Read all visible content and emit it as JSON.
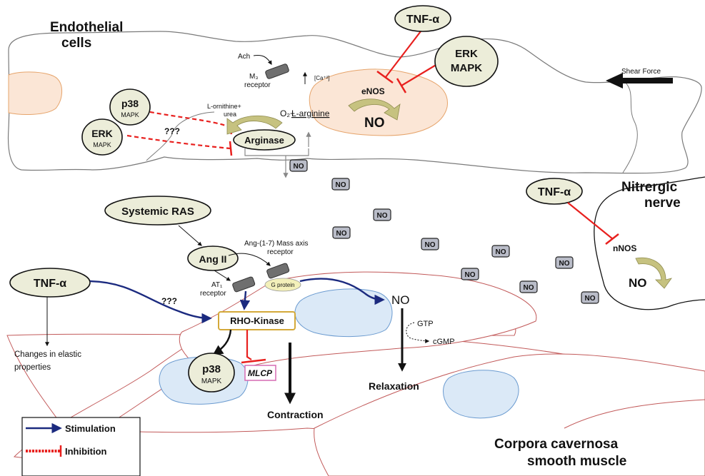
{
  "title_endothelial": [
    "Endothelial",
    "cells"
  ],
  "title_nerve": [
    "Nitrergic",
    "nerve"
  ],
  "title_muscle": [
    "Corpora cavernosa",
    "smooth muscle"
  ],
  "nodes": {
    "tnf_top": "TNF-α",
    "erk_top": [
      "ERK",
      "MAPK"
    ],
    "p38_top": [
      "p38",
      "MAPK"
    ],
    "erk_left": [
      "ERK",
      "MAPK"
    ],
    "systemic_ras": "Systemic RAS",
    "ang2": "Ang II",
    "tnf_left": "TNF-α",
    "tnf_right": "TNF-α",
    "rho_kinase": "RHO-Kinase",
    "p38_bottom": [
      "p38",
      "MAPK"
    ],
    "mlcp": "MLCP",
    "arginase": "Arginase"
  },
  "labels": {
    "ach": "Ach",
    "m3_receptor": [
      "M₃",
      "receptor"
    ],
    "ca": "[Ca⁺²]",
    "enos": "eNOS",
    "no_endo": "NO",
    "shear_force": "Shear Force",
    "l_ornithine": [
      "L-ornithine+",
      "urea"
    ],
    "o2_arginine_a": "O₂+",
    "o2_arginine_b": "L-arginine",
    "unknown_top": "???",
    "unknown_left": "???",
    "ang17": [
      "Ang-(1-7) Mass axis",
      "receptor"
    ],
    "at1": [
      "AT₁",
      "receptor"
    ],
    "g_protein": "G protein",
    "no_muscle": "NO",
    "gtp": "GTP",
    "cgmp": "cGMP",
    "relaxation": "Relaxation",
    "contraction": "Contraction",
    "elastic": [
      "Changes in elastic",
      "properties"
    ],
    "nnos": "nNOS",
    "no_nerve": "NO",
    "no_box": "NO"
  },
  "legend": {
    "stimulation": "Stimulation",
    "inhibition": "Inhibition"
  },
  "colors": {
    "node_fill": "#ecedd9",
    "stimulation": "#1b2a7f",
    "inhibition": "#e8201e",
    "nucleus_endo": "#fbe6d6",
    "nucleus_muscle": "#dbe9f7",
    "rho_border": "#d4a93a",
    "mlcp_border": "#d66bb3",
    "bent_arrow": "#c6c280"
  }
}
